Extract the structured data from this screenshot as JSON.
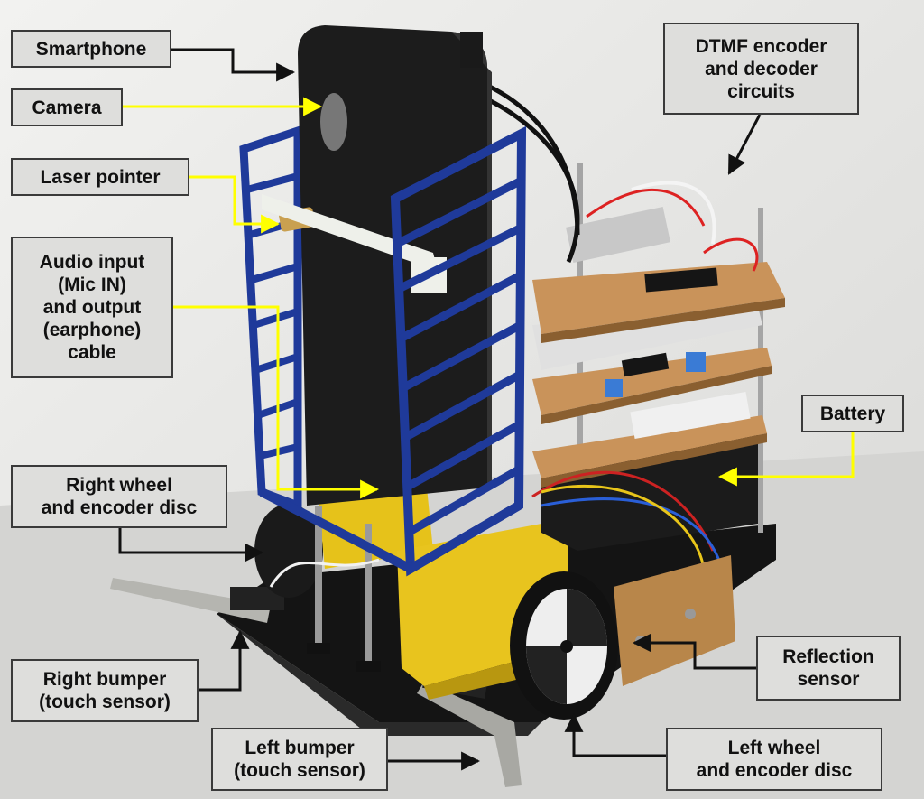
{
  "labels": {
    "smartphone": "Smartphone",
    "camera": "Camera",
    "laser_pointer": "Laser pointer",
    "audio_cable": "Audio input\n(Mic IN)\nand output\n(earphone)\ncable",
    "right_wheel": "Right wheel\nand encoder disc",
    "right_bumper": "Right bumper\n(touch sensor)",
    "left_bumper": "Left bumper\n(touch sensor)",
    "dtmf": "DTMF encoder\nand decoder\ncircuits",
    "battery": "Battery",
    "reflection_sensor": "Reflection\nsensor",
    "left_wheel": "Left wheel\nand encoder disc"
  },
  "colors": {
    "phone": "#1c1c1c",
    "frame": "#1f3a9a",
    "yellow_motor": "#e6c21a",
    "pcb": "#c9935a",
    "base": "#141414",
    "pointer_yellow": "#ffff00",
    "pointer_black": "#111111"
  }
}
